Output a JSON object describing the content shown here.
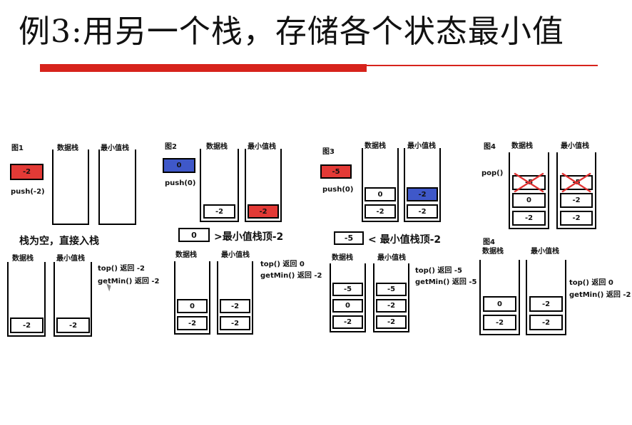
{
  "title": "例3:用另一个栈，存储各个状态最小值",
  "labels": {
    "data_stack": "数据栈",
    "min_stack": "最小值栈"
  },
  "fig1": {
    "name": "图1",
    "input": "-2",
    "op": "push(-2)",
    "data": [],
    "min": [],
    "note": "栈为空，直接入栈",
    "after": {
      "data": [
        "-2"
      ],
      "min": [
        "-2"
      ],
      "top": "top() 返回 -2",
      "getmin": "getMin() 返回 -2"
    }
  },
  "fig2": {
    "name": "图2",
    "input": "0",
    "op": "push(0)",
    "data": [
      "-2"
    ],
    "min": [
      "-2"
    ],
    "cmp_value": "0",
    "cmp_text": ">最小值栈顶-2",
    "after": {
      "data": [
        "0",
        "-2"
      ],
      "min": [
        "-2",
        "-2"
      ],
      "top": "top() 返回 0",
      "getmin": "getMin() 返回 -2"
    }
  },
  "fig3": {
    "name": "图3",
    "input": "-5",
    "op": "push(0)",
    "data": [
      "0",
      "-2"
    ],
    "min": [
      "-2",
      "-2"
    ],
    "cmp_value": "-5",
    "cmp_text": "< 最小值栈顶-2",
    "after": {
      "data": [
        "-5",
        "0",
        "-2"
      ],
      "min": [
        "-5",
        "-2",
        "-2"
      ],
      "top": "top() 返回 -5",
      "getmin": "getMin() 返回 -5"
    }
  },
  "fig4": {
    "name": "图4",
    "op": "pop()",
    "data": [
      "-5",
      "0",
      "-2"
    ],
    "min": [
      "-5",
      "-2",
      "-2"
    ],
    "after_name": "图4",
    "after": {
      "data": [
        "0",
        "-2"
      ],
      "min": [
        "-2",
        "-2"
      ],
      "top": "top() 返回 0",
      "getmin": "getMin() 返回 -2"
    }
  },
  "colors": {
    "accent_red": "#d7231c",
    "push_red": "#e33a36",
    "push_blue": "#3f58c9",
    "cross": "#e03030"
  }
}
